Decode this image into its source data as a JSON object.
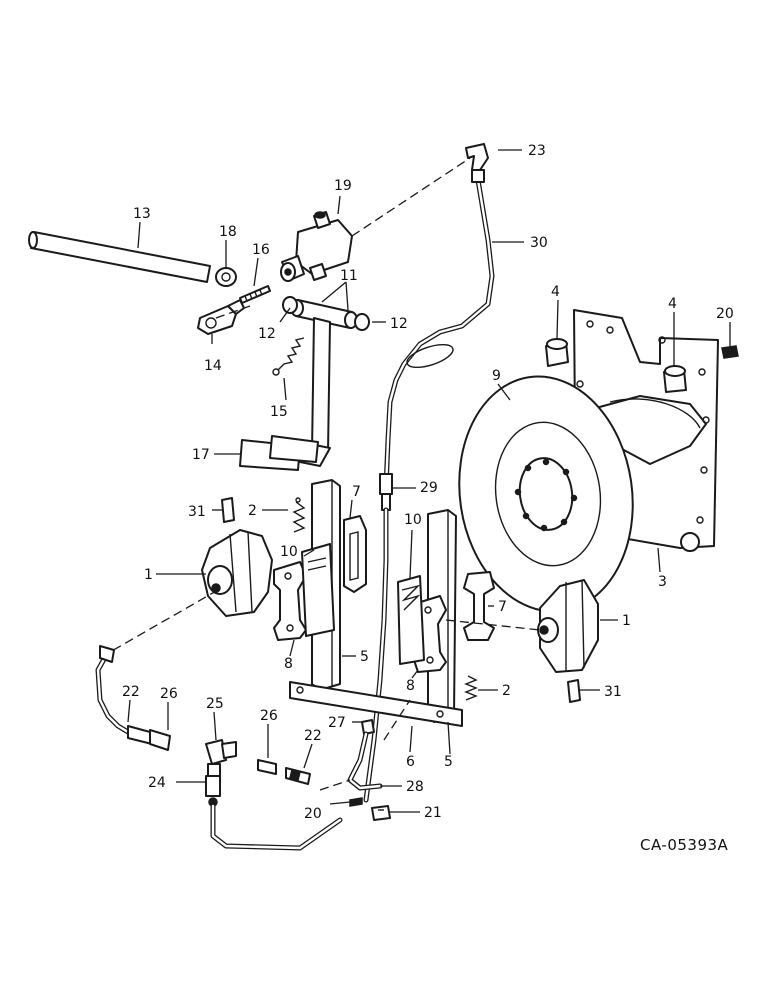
{
  "drawing_ref": "CA-05393A",
  "callouts": {
    "c1a": "1",
    "c1b": "1",
    "c2a": "2",
    "c2b": "2",
    "c3": "3",
    "c4a": "4",
    "c4b": "4",
    "c5a": "5",
    "c5b": "5",
    "c6": "6",
    "c7a": "7",
    "c7b": "7",
    "c8a": "8",
    "c8b": "8",
    "c9": "9",
    "c10a": "10",
    "c10b": "10",
    "c11": "11",
    "c12a": "12",
    "c12b": "12",
    "c13": "13",
    "c14": "14",
    "c15": "15",
    "c16": "16",
    "c17": "17",
    "c18": "18",
    "c19": "19",
    "c20a": "20",
    "c20b": "20",
    "c21": "21",
    "c22a": "22",
    "c22b": "22",
    "c23": "23",
    "c24": "24",
    "c25": "25",
    "c26a": "26",
    "c26b": "26",
    "c27": "27",
    "c28": "28",
    "c29": "29",
    "c30": "30",
    "c31a": "31",
    "c31b": "31"
  }
}
